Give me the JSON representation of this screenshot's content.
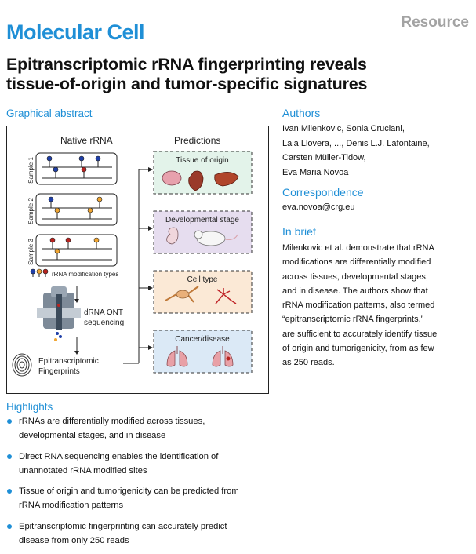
{
  "header": {
    "journal": "Molecular Cell",
    "article_type": "Resource",
    "title_lines": [
      "Epitranscriptomic rRNA fingerprinting reveals",
      "tissue-of-origin and tumor-specific signatures"
    ]
  },
  "graphical_abstract": {
    "heading": "Graphical abstract",
    "native_rna": "Native rRNA",
    "predictions": "Predictions",
    "samples": [
      "Sample 1",
      "Sample 2",
      "Sample 3"
    ],
    "mod_types": "rRNA modification types",
    "dRNA_line1": "dRNA ONT",
    "dRNA_line2": "sequencing",
    "fingerprints_line1": "Epitranscriptomic",
    "fingerprints_line2": "Fingerprints",
    "prediction_boxes": [
      {
        "label": "Tissue of origin",
        "color": "#e3f3ea"
      },
      {
        "label": "Developmental stage",
        "color": "#e6ddef"
      },
      {
        "label": "Cell type",
        "color": "#fbe9d6"
      },
      {
        "label": "Cancer/disease",
        "color": "#dbe9f6"
      }
    ]
  },
  "authors": {
    "heading": "Authors",
    "lines": [
      "Ivan Milenkovic, Sonia Cruciani,",
      "Laia Llovera, ..., Denis L.J. Lafontaine,",
      "Carsten Müller-Tidow,",
      "Eva Maria Novoa"
    ]
  },
  "correspondence": {
    "heading": "Correspondence",
    "email": "eva.novoa@crg.eu"
  },
  "in_brief": {
    "heading": "In brief",
    "lines": [
      "Milenkovic et al. demonstrate that rRNA",
      "modifications are differentially modified",
      "across tissues, developmental stages,",
      "and in disease. The authors show that",
      "rRNA modification patterns, also termed",
      "“epitranscriptomic rRNA fingerprints,”",
      "are sufficient to accurately identify tissue",
      "of origin and tumorigenicity, from as few",
      "as 250 reads."
    ]
  },
  "highlights": {
    "heading": "Highlights",
    "items": [
      [
        "rRNAs are differentially modified across tissues,",
        "developmental stages, and in disease"
      ],
      [
        "Direct RNA sequencing enables the identification of",
        "unannotated rRNA modified sites"
      ],
      [
        "Tissue of origin and tumorigenicity can be predicted from",
        "rRNA modification patterns"
      ],
      [
        "Epitranscriptomic fingerprinting can accurately predict",
        "disease from only 250 reads"
      ]
    ]
  },
  "colors": {
    "accent": "#1f8fd6",
    "resource_gray": "#a3a3a3",
    "mod_blue": "#1f3fa8",
    "mod_orange": "#f0a531",
    "mod_red": "#b8231f"
  }
}
